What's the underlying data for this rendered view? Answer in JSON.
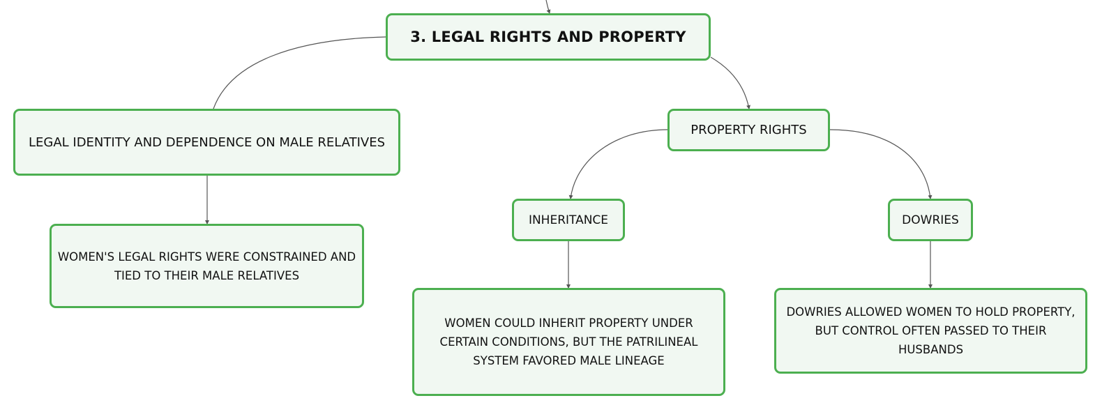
{
  "mindmap": {
    "root": {
      "label": "3. LEGAL RIGHTS AND PROPERTY"
    },
    "branches": [
      {
        "label": "LEGAL IDENTITY AND DEPENDENCE ON MALE RELATIVES",
        "children": [
          {
            "label": "WOMEN'S LEGAL RIGHTS WERE CONSTRAINED AND TIED TO THEIR MALE RELATIVES"
          }
        ]
      },
      {
        "label": "PROPERTY RIGHTS",
        "children": [
          {
            "label": "INHERITANCE",
            "children": [
              {
                "label": "WOMEN COULD INHERIT PROPERTY UNDER CERTAIN CONDITIONS, BUT THE PATRILINEAL SYSTEM FAVORED MALE LINEAGE"
              }
            ]
          },
          {
            "label": "DOWRIES",
            "children": [
              {
                "label": "DOWRIES ALLOWED WOMEN TO HOLD PROPERTY, BUT CONTROL OFTEN PASSED TO THEIR HUSBANDS"
              }
            ]
          }
        ]
      }
    ]
  },
  "colors": {
    "node_border": "#4caf50",
    "node_fill": "#f1f8f2",
    "connector": "#555555"
  }
}
